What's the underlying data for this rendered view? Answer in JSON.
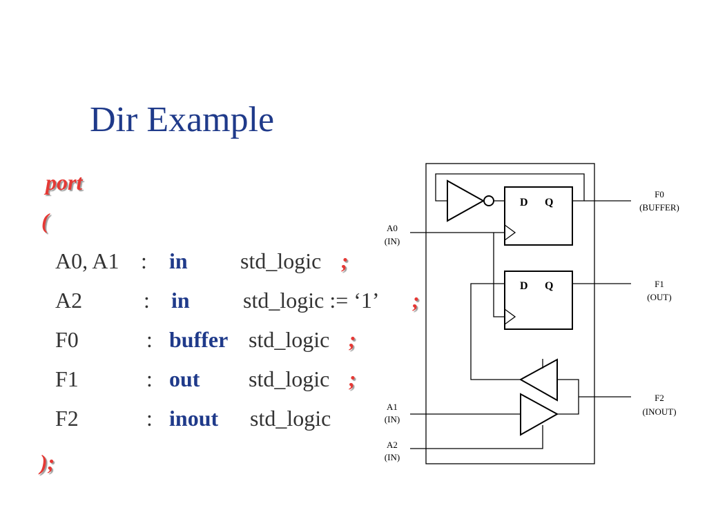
{
  "slide": {
    "title": "Dir Example",
    "port_kw": "port",
    "open_paren": "(",
    "close": ");",
    "rows": [
      {
        "name": "A0, A1",
        "colon": ":",
        "mode": "in",
        "type": "std_logic",
        "semi": ";"
      },
      {
        "name": "A2",
        "colon": ":",
        "mode": "in",
        "type": "std_logic := ‘1’",
        "semi": ";"
      },
      {
        "name": "F0",
        "colon": ":",
        "mode": "buffer",
        "type": "std_logic",
        "semi": ";"
      },
      {
        "name": "F1",
        "colon": ":",
        "mode": "out",
        "type": "std_logic",
        "semi": ";"
      },
      {
        "name": "F2",
        "colon": ":",
        "mode": "inout",
        "type": "std_logic",
        "semi": ""
      }
    ]
  },
  "diagram": {
    "ff_top": {
      "d": "D",
      "q": "Q"
    },
    "ff_bottom": {
      "d": "D",
      "q": "Q"
    },
    "labels": {
      "a0": "A0",
      "a0_dir": "(IN)",
      "a1": "A1",
      "a1_dir": "(IN)",
      "a2": "A2",
      "a2_dir": "(IN)",
      "f0": "F0",
      "f0_dir": "(BUFFER)",
      "f1": "F1",
      "f1_dir": "(OUT)",
      "f2": "F2",
      "f2_dir": "(INOUT)"
    }
  },
  "colors": {
    "title": "#1f3a8a",
    "keyword": "#1f3a8a",
    "punct": "#e53935",
    "text": "#333333"
  }
}
